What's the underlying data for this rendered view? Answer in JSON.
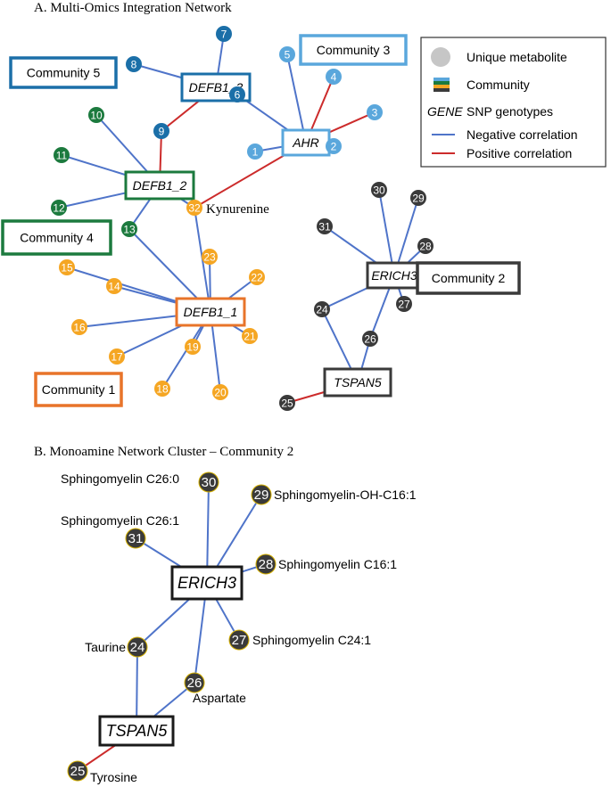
{
  "panelA": {
    "title": "A. Multi-Omics Integration Network",
    "colors": {
      "negative": "#4f74c9",
      "positive": "#cc2b2b",
      "community1": "#f5a623",
      "community1_box": "#e8742a",
      "community2": "#3a3a3a",
      "community3": "#5aa7dc",
      "community4": "#1c7a3e",
      "community5": "#1b6fa8"
    },
    "genes": [
      {
        "id": "DEFB1_3",
        "label": "DEFB1_3",
        "community": "community5"
      },
      {
        "id": "AHR",
        "label": "AHR",
        "community": "community3"
      },
      {
        "id": "DEFB1_2",
        "label": "DEFB1_2",
        "community": "community4"
      },
      {
        "id": "DEFB1_1",
        "label": "DEFB1_1",
        "community": "community1"
      },
      {
        "id": "ERICH3",
        "label": "ERICH3",
        "community": "community2"
      },
      {
        "id": "TSPAN5",
        "label": "TSPAN5",
        "community": "community2"
      }
    ],
    "nodes": [
      {
        "id": "1",
        "community": "community3"
      },
      {
        "id": "2",
        "community": "community3"
      },
      {
        "id": "3",
        "community": "community3"
      },
      {
        "id": "4",
        "community": "community3"
      },
      {
        "id": "5",
        "community": "community3"
      },
      {
        "id": "6",
        "community": "community5"
      },
      {
        "id": "7",
        "community": "community5"
      },
      {
        "id": "8",
        "community": "community5"
      },
      {
        "id": "9",
        "community": "community5"
      },
      {
        "id": "10",
        "community": "community4"
      },
      {
        "id": "11",
        "community": "community4"
      },
      {
        "id": "12",
        "community": "community4"
      },
      {
        "id": "13",
        "community": "community4"
      },
      {
        "id": "14",
        "community": "community1"
      },
      {
        "id": "15",
        "community": "community1"
      },
      {
        "id": "16",
        "community": "community1"
      },
      {
        "id": "17",
        "community": "community1"
      },
      {
        "id": "18",
        "community": "community1"
      },
      {
        "id": "19",
        "community": "community1"
      },
      {
        "id": "20",
        "community": "community1"
      },
      {
        "id": "21",
        "community": "community1"
      },
      {
        "id": "22",
        "community": "community1"
      },
      {
        "id": "23",
        "community": "community1"
      },
      {
        "id": "24",
        "community": "community2"
      },
      {
        "id": "25",
        "community": "community2"
      },
      {
        "id": "26",
        "community": "community2"
      },
      {
        "id": "27",
        "community": "community2"
      },
      {
        "id": "28",
        "community": "community2"
      },
      {
        "id": "29",
        "community": "community2"
      },
      {
        "id": "30",
        "community": "community2"
      },
      {
        "id": "31",
        "community": "community2"
      },
      {
        "id": "32",
        "community": "community1",
        "name": "Kynurenine"
      }
    ],
    "edges": [
      {
        "from": "DEFB1_3",
        "to": "7",
        "sign": "negative"
      },
      {
        "from": "DEFB1_3",
        "to": "8",
        "sign": "negative"
      },
      {
        "from": "DEFB1_3",
        "to": "6",
        "sign": "positive"
      },
      {
        "from": "DEFB1_3",
        "to": "9",
        "sign": "positive"
      },
      {
        "from": "AHR",
        "to": "6",
        "sign": "negative"
      },
      {
        "from": "AHR",
        "to": "5",
        "sign": "negative"
      },
      {
        "from": "AHR",
        "to": "4",
        "sign": "positive"
      },
      {
        "from": "AHR",
        "to": "3",
        "sign": "positive"
      },
      {
        "from": "AHR",
        "to": "2",
        "sign": "negative"
      },
      {
        "from": "AHR",
        "to": "1",
        "sign": "negative"
      },
      {
        "from": "AHR",
        "to": "32",
        "sign": "positive"
      },
      {
        "from": "DEFB1_2",
        "to": "9",
        "sign": "positive"
      },
      {
        "from": "DEFB1_2",
        "to": "10",
        "sign": "negative"
      },
      {
        "from": "DEFB1_2",
        "to": "11",
        "sign": "negative"
      },
      {
        "from": "DEFB1_2",
        "to": "12",
        "sign": "negative"
      },
      {
        "from": "DEFB1_2",
        "to": "13",
        "sign": "negative"
      },
      {
        "from": "DEFB1_2",
        "to": "32",
        "sign": "negative"
      },
      {
        "from": "DEFB1_1",
        "to": "13",
        "sign": "negative"
      },
      {
        "from": "DEFB1_1",
        "to": "32",
        "sign": "negative"
      },
      {
        "from": "DEFB1_1",
        "to": "14",
        "sign": "negative"
      },
      {
        "from": "DEFB1_1",
        "to": "15",
        "sign": "negative"
      },
      {
        "from": "DEFB1_1",
        "to": "16",
        "sign": "negative"
      },
      {
        "from": "DEFB1_1",
        "to": "17",
        "sign": "negative"
      },
      {
        "from": "DEFB1_1",
        "to": "18",
        "sign": "negative"
      },
      {
        "from": "DEFB1_1",
        "to": "19",
        "sign": "negative"
      },
      {
        "from": "DEFB1_1",
        "to": "20",
        "sign": "negative"
      },
      {
        "from": "DEFB1_1",
        "to": "21",
        "sign": "negative"
      },
      {
        "from": "DEFB1_1",
        "to": "22",
        "sign": "negative"
      },
      {
        "from": "DEFB1_1",
        "to": "23",
        "sign": "negative"
      },
      {
        "from": "ERICH3",
        "to": "30",
        "sign": "negative"
      },
      {
        "from": "ERICH3",
        "to": "29",
        "sign": "negative"
      },
      {
        "from": "ERICH3",
        "to": "31",
        "sign": "negative"
      },
      {
        "from": "ERICH3",
        "to": "28",
        "sign": "negative"
      },
      {
        "from": "ERICH3",
        "to": "27",
        "sign": "negative"
      },
      {
        "from": "ERICH3",
        "to": "24",
        "sign": "negative"
      },
      {
        "from": "ERICH3",
        "to": "26",
        "sign": "negative"
      },
      {
        "from": "TSPAN5",
        "to": "24",
        "sign": "negative"
      },
      {
        "from": "TSPAN5",
        "to": "26",
        "sign": "negative"
      },
      {
        "from": "TSPAN5",
        "to": "25",
        "sign": "positive"
      }
    ],
    "communities": [
      {
        "id": "community1",
        "label": "Community 1"
      },
      {
        "id": "community2",
        "label": "Community 2"
      },
      {
        "id": "community3",
        "label": "Community 3"
      },
      {
        "id": "community4",
        "label": "Community 4"
      },
      {
        "id": "community5",
        "label": "Community 5"
      }
    ],
    "legend": {
      "unique_metabolite": "Unique metabolite",
      "community": "Community",
      "gene_word": "GENE",
      "snp_genotypes": "SNP genotypes",
      "negative": "Negative correlation",
      "positive": "Positive correlation"
    }
  },
  "panelB": {
    "title": "B. Monoamine Network Cluster – Community 2",
    "genes": [
      {
        "id": "ERICH3",
        "label": "ERICH3"
      },
      {
        "id": "TSPAN5",
        "label": "TSPAN5"
      }
    ],
    "nodes": [
      {
        "id": "30",
        "name": "Sphingomyelin C26:0"
      },
      {
        "id": "29",
        "name": "Sphingomyelin-OH-C16:1"
      },
      {
        "id": "31",
        "name": "Sphingomyelin C26:1"
      },
      {
        "id": "28",
        "name": "Sphingomyelin C16:1"
      },
      {
        "id": "27",
        "name": "Sphingomyelin C24:1"
      },
      {
        "id": "24",
        "name": "Taurine"
      },
      {
        "id": "26",
        "name": "Aspartate"
      },
      {
        "id": "25",
        "name": "Tyrosine"
      }
    ],
    "edges": [
      {
        "from": "ERICH3",
        "to": "30",
        "sign": "negative"
      },
      {
        "from": "ERICH3",
        "to": "29",
        "sign": "negative"
      },
      {
        "from": "ERICH3",
        "to": "31",
        "sign": "negative"
      },
      {
        "from": "ERICH3",
        "to": "28",
        "sign": "negative"
      },
      {
        "from": "ERICH3",
        "to": "27",
        "sign": "negative"
      },
      {
        "from": "ERICH3",
        "to": "24",
        "sign": "negative"
      },
      {
        "from": "ERICH3",
        "to": "26",
        "sign": "negative"
      },
      {
        "from": "TSPAN5",
        "to": "24",
        "sign": "negative"
      },
      {
        "from": "TSPAN5",
        "to": "26",
        "sign": "negative"
      },
      {
        "from": "TSPAN5",
        "to": "25",
        "sign": "positive"
      }
    ]
  }
}
